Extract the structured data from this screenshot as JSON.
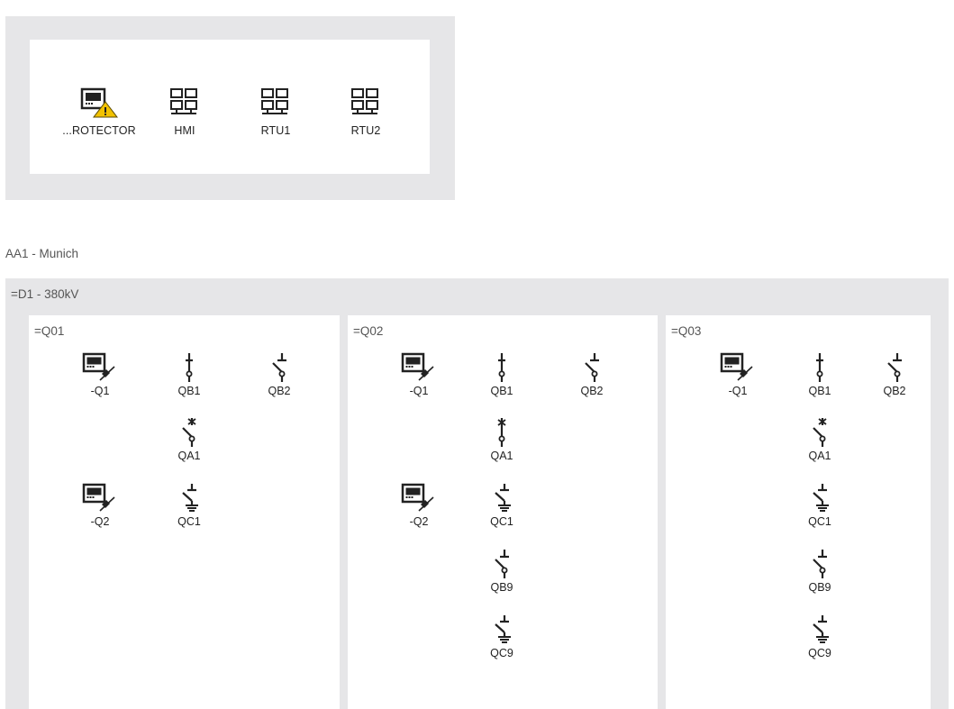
{
  "top_panel": {
    "devices": [
      {
        "label": "...ROTECTOR",
        "icon": "protection-device-warning-icon"
      },
      {
        "label": "HMI",
        "icon": "network-computer-icon"
      },
      {
        "label": "RTU1",
        "icon": "network-computer-icon"
      },
      {
        "label": "RTU2",
        "icon": "network-computer-icon"
      }
    ]
  },
  "substation": {
    "title": "AA1 - Munich",
    "voltage_level": {
      "title": "=D1 - 380kV",
      "bays": [
        {
          "title": "=Q01",
          "equipment": [
            {
              "label": "-Q1",
              "icon": "ied-link-icon"
            },
            {
              "label": "QB1",
              "icon": "disconnector-closed-icon"
            },
            {
              "label": "QB2",
              "icon": "disconnector-open-icon"
            },
            {
              "label": "QA1",
              "icon": "circuit-breaker-open-icon"
            },
            {
              "label": "-Q2",
              "icon": "ied-link-icon"
            },
            {
              "label": "QC1",
              "icon": "earth-switch-open-icon"
            }
          ]
        },
        {
          "title": "=Q02",
          "equipment": [
            {
              "label": "-Q1",
              "icon": "ied-link-icon"
            },
            {
              "label": "QB1",
              "icon": "disconnector-closed-icon"
            },
            {
              "label": "QB2",
              "icon": "disconnector-open-icon"
            },
            {
              "label": "QA1",
              "icon": "circuit-breaker-closed-icon"
            },
            {
              "label": "-Q2",
              "icon": "ied-link-icon"
            },
            {
              "label": "QC1",
              "icon": "earth-switch-open-icon"
            },
            {
              "label": "QB9",
              "icon": "disconnector-open-icon"
            },
            {
              "label": "QC9",
              "icon": "earth-switch-open-icon"
            }
          ]
        },
        {
          "title": "=Q03",
          "equipment": [
            {
              "label": "-Q1",
              "icon": "ied-link-icon"
            },
            {
              "label": "QB1",
              "icon": "disconnector-closed-icon"
            },
            {
              "label": "QB2",
              "icon": "disconnector-open-icon"
            },
            {
              "label": "QA1",
              "icon": "circuit-breaker-open-icon"
            },
            {
              "label": "QC1",
              "icon": "earth-switch-open-icon"
            },
            {
              "label": "QB9",
              "icon": "disconnector-open-icon"
            },
            {
              "label": "QC9",
              "icon": "earth-switch-open-icon"
            }
          ]
        }
      ]
    }
  }
}
